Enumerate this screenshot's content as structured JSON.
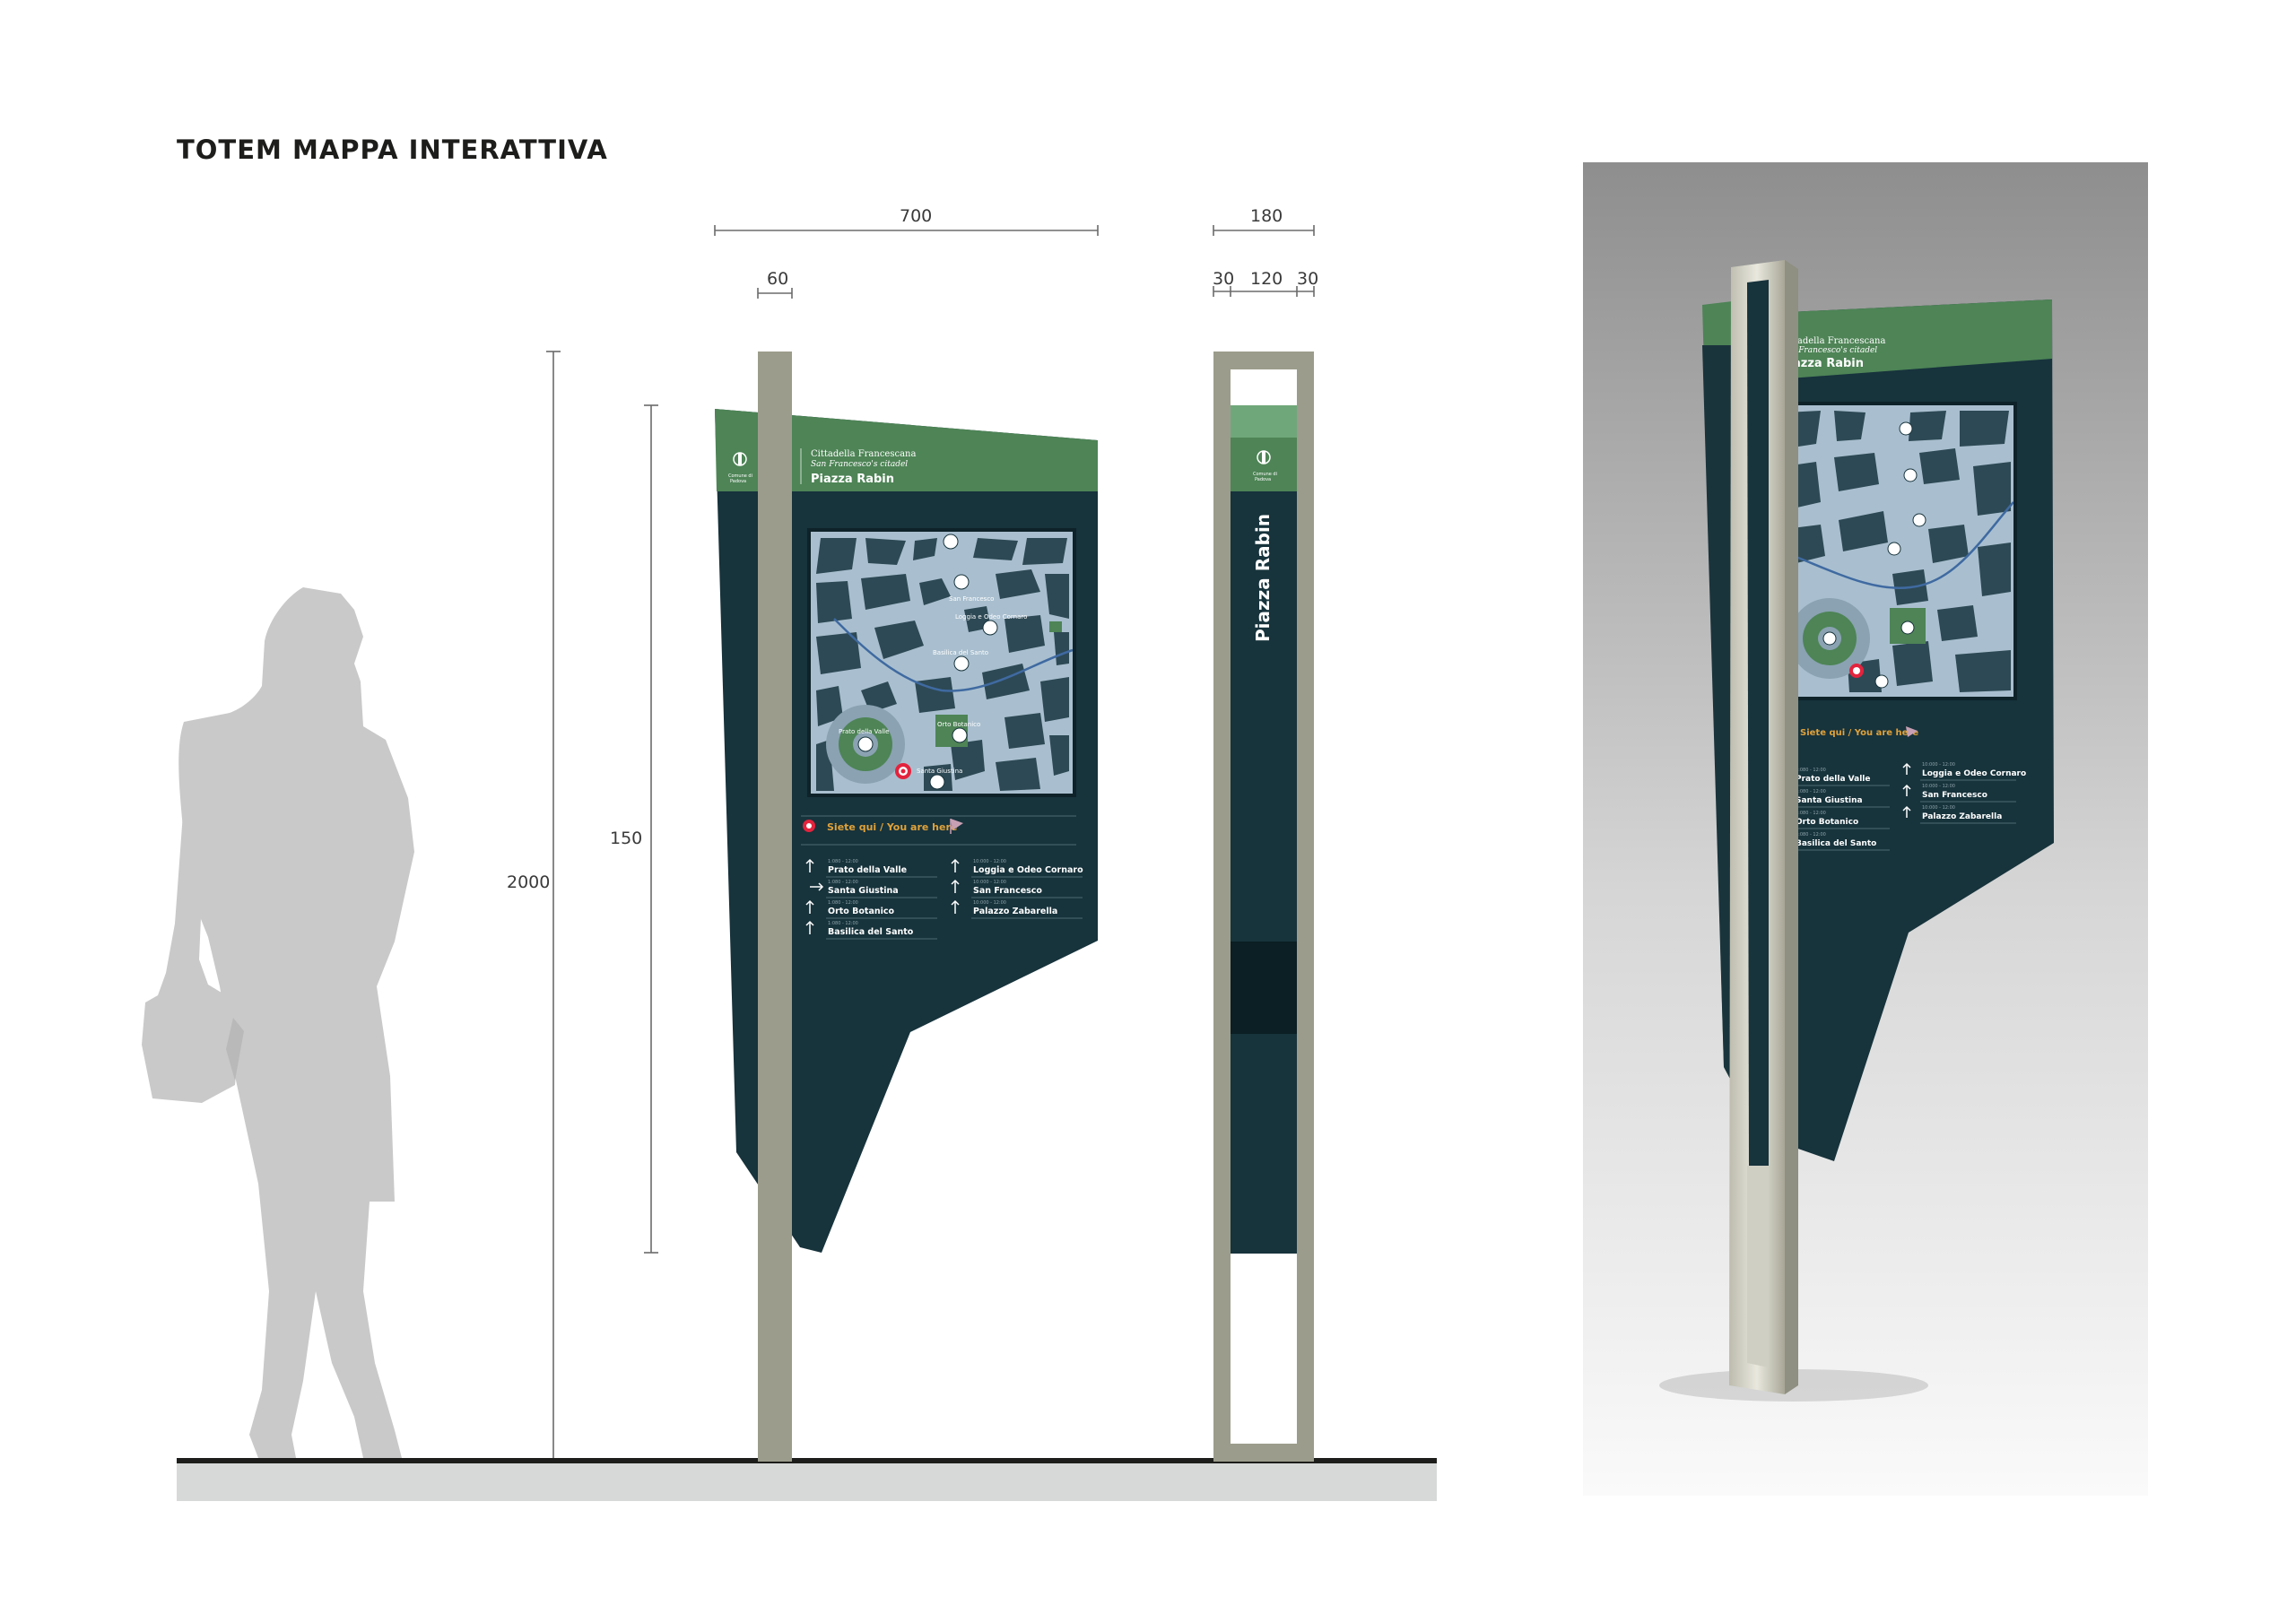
{
  "page": {
    "title": "TOTEM MAPPA INTERATTIVA"
  },
  "dimensions": {
    "width": "700",
    "pole_width": "60",
    "depth": "180",
    "depth_left": "30",
    "depth_middle": "120",
    "depth_right": "30",
    "panel_height": "150",
    "total_height": "2000"
  },
  "sign": {
    "logo_text_1": "Comune di",
    "logo_text_2": "Padova",
    "district": "Cittadella Francescana",
    "district_en": "San Francesco's citadel",
    "place": "Piazza Rabin",
    "you_are_here": "Siete qui  /  You are here",
    "destinations": [
      {
        "name": "Prato della Valle",
        "hours": "1:080 - 12:00",
        "arrow": "up"
      },
      {
        "name": "Santa Giustina",
        "hours": "1:080 - 12:00",
        "arrow": "right"
      },
      {
        "name": "Orto Botanico",
        "hours": "1:080 - 12:00",
        "arrow": "up"
      },
      {
        "name": "Basilica del Santo",
        "hours": "1:080 - 12:00",
        "arrow": "up"
      },
      {
        "name": "Loggia e Odeo Cornaro",
        "hours": "10:000 - 12:00",
        "arrow": "up"
      },
      {
        "name": "San Francesco",
        "hours": "10:000 - 12:00",
        "arrow": "up"
      },
      {
        "name": "Palazzo Zabarella",
        "hours": "10:000 - 12:00",
        "arrow": "up"
      }
    ],
    "map_labels": {
      "prato": "Prato della Valle",
      "orto": "Orto Botanico",
      "giustina": "Santa Giustina",
      "francesco": "San Francesco",
      "loggia": "Loggia e Odeo Cornaro",
      "santo": "Basilica del Santo"
    }
  },
  "colors": {
    "panel_dark": "#17333c",
    "panel_green": "#4e8456",
    "pole": "#9c9c8c",
    "map_road": "#a9bfcf",
    "map_block": "#2d4955",
    "silhouette": "#c9c9c9",
    "accent_orange": "#e0a23a"
  }
}
